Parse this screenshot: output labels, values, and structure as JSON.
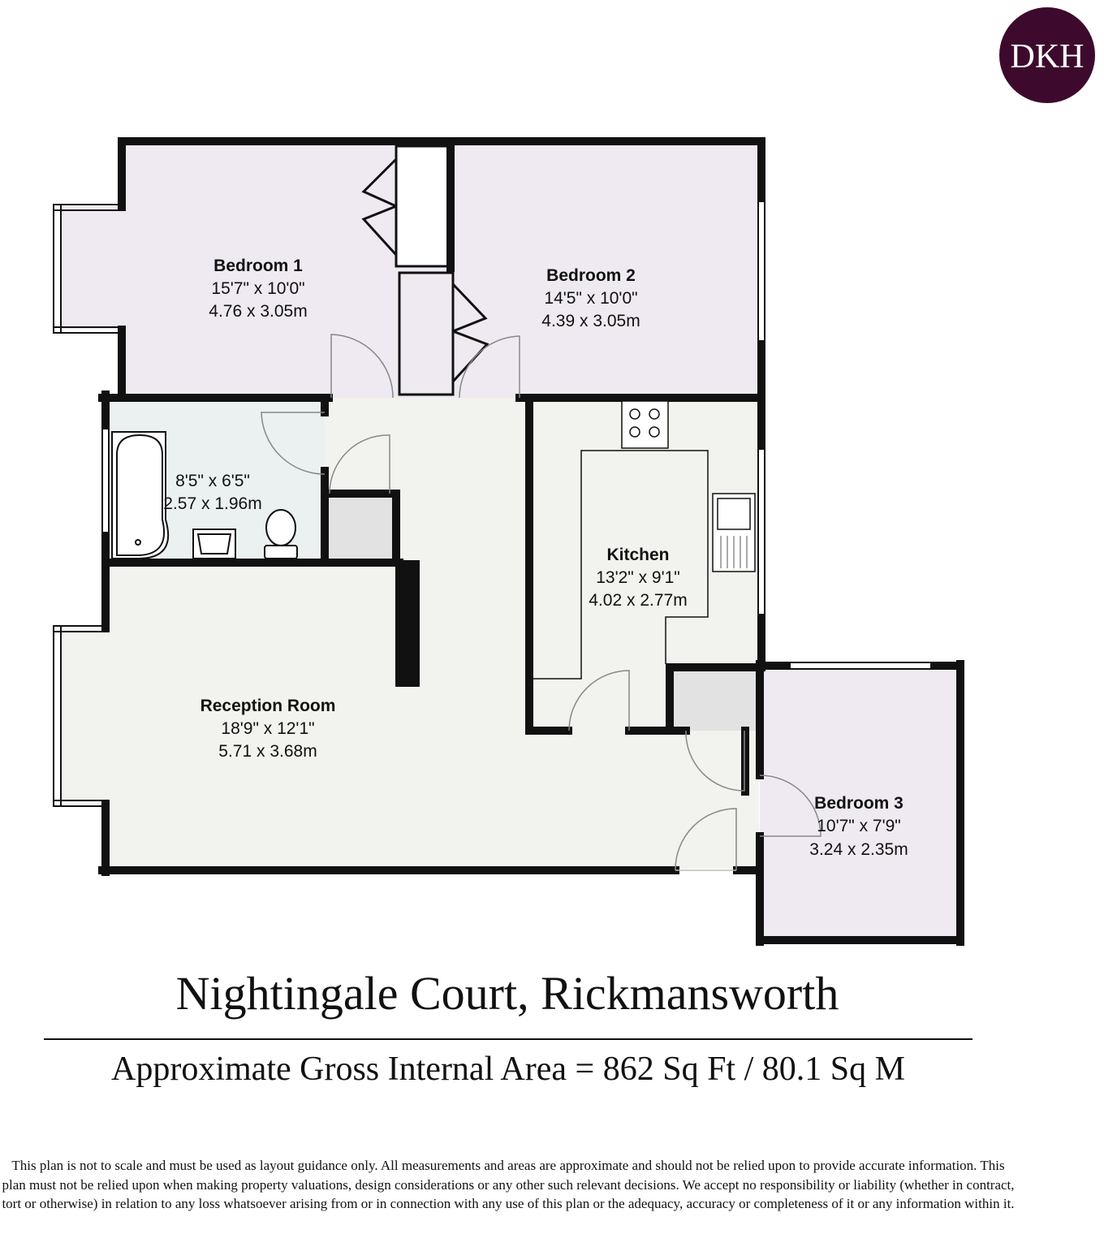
{
  "logo": {
    "text": "DKH",
    "color": "#3d0a2e"
  },
  "rooms": {
    "bedroom1": {
      "name": "Bedroom 1",
      "imperial": "15'7\" x 10'0\"",
      "metric": "4.76 x 3.05m"
    },
    "bedroom2": {
      "name": "Bedroom 2",
      "imperial": "14'5\" x 10'0\"",
      "metric": "4.39 x 3.05m"
    },
    "bathroom": {
      "imperial": "8'5\" x 6'5\"",
      "metric": "2.57 x 1.96m"
    },
    "kitchen": {
      "name": "Kitchen",
      "imperial": "13'2\" x 9'1\"",
      "metric": "4.02 x 2.77m"
    },
    "reception": {
      "name": "Reception Room",
      "imperial": "18'9\" x 12'1\"",
      "metric": "5.71 x 3.68m"
    },
    "bedroom3": {
      "name": "Bedroom 3",
      "imperial": "10'7\" x 7'9\"",
      "metric": "3.24 x 2.35m"
    }
  },
  "colors": {
    "bedroom": "#efeaf1",
    "bathroom": "#ebf1f1",
    "living": "#f2f2ee",
    "storage": "#e2e2e2",
    "wall": "#111111"
  },
  "title": "Nightingale Court, Rickmansworth",
  "subtitle": "Approximate Gross Internal Area = 862 Sq Ft / 80.1 Sq M",
  "disclaimer": "This plan is not to scale and must be used as layout guidance only. All measurements and areas are approximate and should not be relied upon to provide accurate information. This plan must not be relied upon when making property valuations, design considerations or any other such relevant decisions. We accept no responsibility or liability (whether in contract, tort or otherwise) in relation to any loss whatsoever arising from or in connection with any use of this plan or the adequacy, accuracy or completeness of it or any information within it."
}
